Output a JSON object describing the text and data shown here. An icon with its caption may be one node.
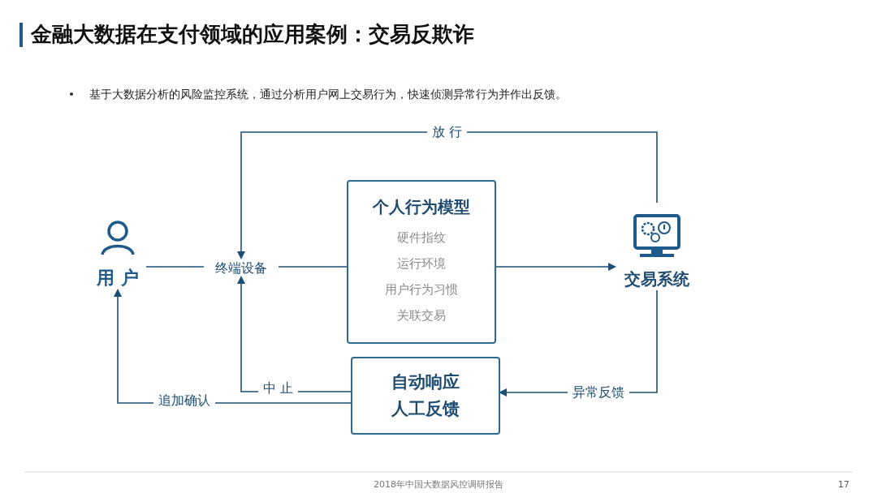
{
  "diagram": {
    "title": "金融大数据在支付领域的应用案例：交易反欺诈",
    "nodes": [
      {
        "text": [
          "用 户"
        ]
      },
      {
        "text": [
          "终端设备"
        ]
      },
      {
        "text": [
          "个人行为模型",
          "硬件指纹",
          "运行环境",
          "用户行为习惯",
          "关联交易"
        ]
      },
      {
        "text": [
          "交易系统"
        ]
      },
      {
        "text": [
          "自动响应人工反馈"
        ]
      }
    ],
    "edges": [
      {
        "from": 0,
        "to": 1,
        "arrow": "none"
      },
      {
        "from": 1,
        "to": 2,
        "arrow": "none"
      },
      {
        "from": 2,
        "to": 3,
        "arrow": "to"
      },
      {
        "from": 3,
        "to": 1,
        "arrow": "to",
        "label": "放 行"
      },
      {
        "from": 3,
        "to": 4,
        "arrow": "to",
        "label": "异常反馈"
      },
      {
        "from": 4,
        "to": 1,
        "arrow": "to",
        "label": "中 止"
      },
      {
        "from": 4,
        "to": 0,
        "arrow": "to",
        "label": "追加确认"
      }
    ],
    "labels": [
      "基于大数据分析的风险监控系统，通过分析用户网上交易行为，快速侦测异常行为并作出反馈。",
      "2018年中国大数据风控调研报告",
      "17"
    ]
  }
}
